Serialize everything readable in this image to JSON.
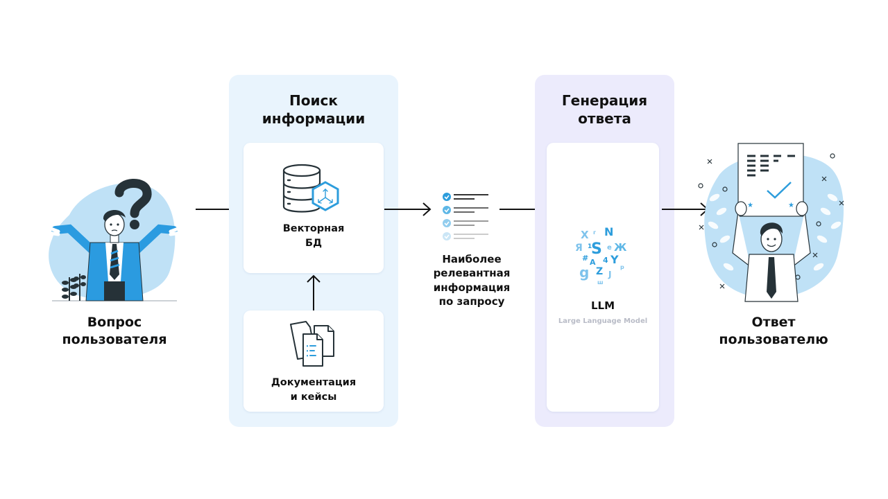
{
  "diagram": {
    "nodes": {
      "user_question": {
        "label_line1": "Вопрос",
        "label_line2": "пользователя"
      },
      "search": {
        "title_line1": "Поиск",
        "title_line2": "информации",
        "vector_db": {
          "label_line1": "Векторная",
          "label_line2": "БД"
        },
        "docs": {
          "label_line1": "Документация",
          "label_line2": "и кейсы"
        }
      },
      "relevant_info": {
        "label_line1": "Наиболее",
        "label_line2": "релевантная",
        "label_line3": "информация",
        "label_line4": "по запросу"
      },
      "generation": {
        "title_line1": "Генерация",
        "title_line2": "ответа",
        "llm": {
          "label": "LLM",
          "sublabel": "Large Language Model"
        }
      },
      "user_answer": {
        "label_line1": "Ответ",
        "label_line2": "пользователю"
      }
    },
    "llm_glyphs": [
      "X",
      "г",
      "N",
      "Я",
      "1",
      "S",
      "e",
      "Ж",
      "#",
      "A",
      "4",
      "Y",
      "g",
      "Z",
      "J",
      "p",
      "ш"
    ],
    "edges": [
      {
        "from": "user_question",
        "to": "search"
      },
      {
        "from": "docs",
        "to": "vector_db"
      },
      {
        "from": "vector_db",
        "to": "relevant_info"
      },
      {
        "from": "relevant_info",
        "to": "llm"
      },
      {
        "from": "llm",
        "to": "user_answer"
      }
    ],
    "colors": {
      "search_panel": "#e9f4fd",
      "generation_panel": "#ecebfc",
      "accent_blue": "#2d9ddc",
      "illustration_blob": "#bfe1f6",
      "text": "#111111",
      "subtext": "#b9bcc7"
    }
  }
}
